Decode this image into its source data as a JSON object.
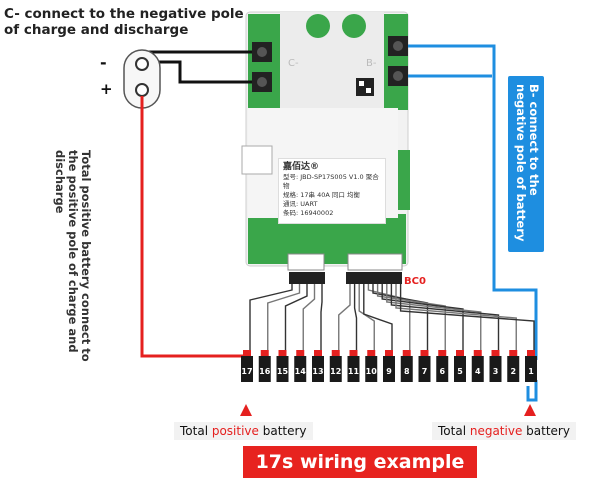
{
  "labels": {
    "c_minus": "C- connect to the negative pole of charge and discharge",
    "b_minus": "B- connect to the negative pole of battery",
    "total_positive_side": "Total positive battery connect to the positive pole of charge and discharge",
    "minus_sign": "-",
    "plus_sign": "+",
    "total_positive_prefix": "Total ",
    "total_positive_word": "positive",
    "total_positive_suffix": " battery",
    "total_negative_prefix": "Total ",
    "total_negative_word": "negative",
    "total_negative_suffix": " battery",
    "title": "17s wiring example",
    "bc0": "BC0"
  },
  "board": {
    "c_minus_mark": "C-",
    "b_minus_mark": "B-",
    "sticker_lines": [
      "嘉佰达®",
      "型号: JBD-SP17S005 V1.0 聚合物",
      "规格: 17串 40A 同口 均衡",
      "通讯: UART",
      "条码: 16940002"
    ]
  },
  "cells": [
    "17",
    "16",
    "15",
    "14",
    "13",
    "12",
    "11",
    "10",
    "9",
    "8",
    "7",
    "6",
    "5",
    "4",
    "3",
    "2",
    "1"
  ],
  "colors": {
    "red_wire": "#e5201f",
    "blue_wire": "#1e8ee0",
    "black_wire": "#111111",
    "board_white": "#f4f4f4",
    "pcb_green": "#3aa64a"
  }
}
